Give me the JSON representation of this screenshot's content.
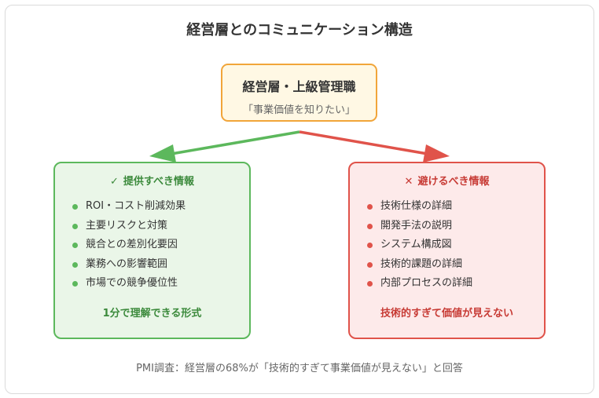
{
  "title": "経営層とのコミュニケーション構造",
  "top_box": {
    "title": "経営層・上級管理職",
    "subtitle": "「事業価値を知りたい」"
  },
  "good": {
    "mark": "✓",
    "heading": "提供すべき情報",
    "items": [
      "ROI・コスト削減効果",
      "主要リスクと対策",
      "競合との差別化要因",
      "業務への影響範囲",
      "市場での競争優位性"
    ],
    "footer": "1分で理解できる形式",
    "color": "#5cb85c"
  },
  "bad": {
    "mark": "✕",
    "heading": "避けるべき情報",
    "items": [
      "技術仕様の詳細",
      "開発手法の説明",
      "システム構成図",
      "技術的課題の詳細",
      "内部プロセスの詳細"
    ],
    "footer": "技術的すぎて価値が見えない",
    "color": "#e0534a"
  },
  "footnote": "PMI調査：経営層の68%が「技術的すぎて事業価値が見えない」と回答"
}
